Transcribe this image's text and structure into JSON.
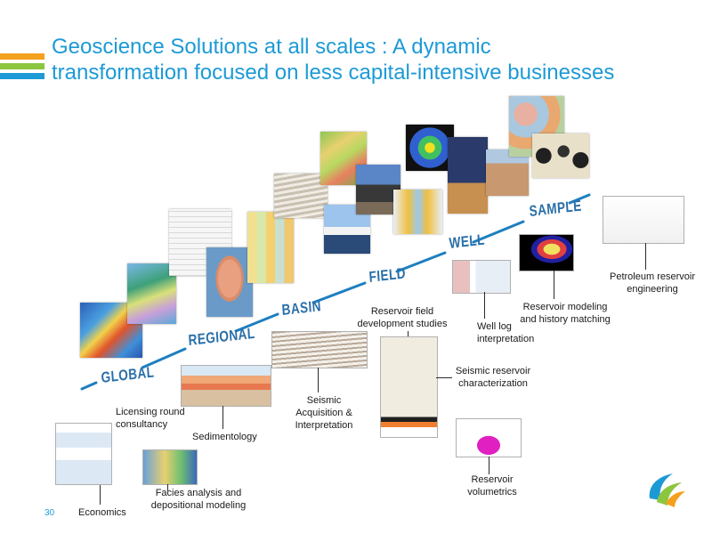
{
  "slide": {
    "title_line1": "Geoscience Solutions at all scales : A dynamic",
    "title_line2": "transformation focused on less capital-intensive businesses",
    "page_number": "30",
    "accent_colors": {
      "orange": "#f4a11d",
      "green": "#8cc63f",
      "blue": "#1d9ad6"
    }
  },
  "scales": {
    "global": "GLOBAL",
    "regional": "REGIONAL",
    "basin": "BASIN",
    "field": "FIELD",
    "well": "WELL",
    "sample": "SAMPLE"
  },
  "services": {
    "economics": "Economics",
    "facies_line1": "Facies analysis and",
    "facies_line2": "depositional modeling",
    "licensing_line1": "Licensing round",
    "licensing_line2": "consultancy",
    "sedimentology": "Sedimentology",
    "seismic_acq_line1": "Seismic",
    "seismic_acq_line2": "Acquisition &",
    "seismic_acq_line3": "Interpretation",
    "field_dev_line1": "Reservoir field",
    "field_dev_line2": "development studies",
    "seismic_res_line1": "Seismic reservoir",
    "seismic_res_line2": "characterization",
    "volumetrics_line1": "Reservoir",
    "volumetrics_line2": "volumetrics",
    "well_log_line1": "Well log",
    "well_log_line2": "interpretation",
    "res_model_line1": "Reservoir modeling",
    "res_model_line2": "and history matching",
    "petroleum_line1": "Petroleum reservoir",
    "petroleum_line2": "engineering"
  }
}
